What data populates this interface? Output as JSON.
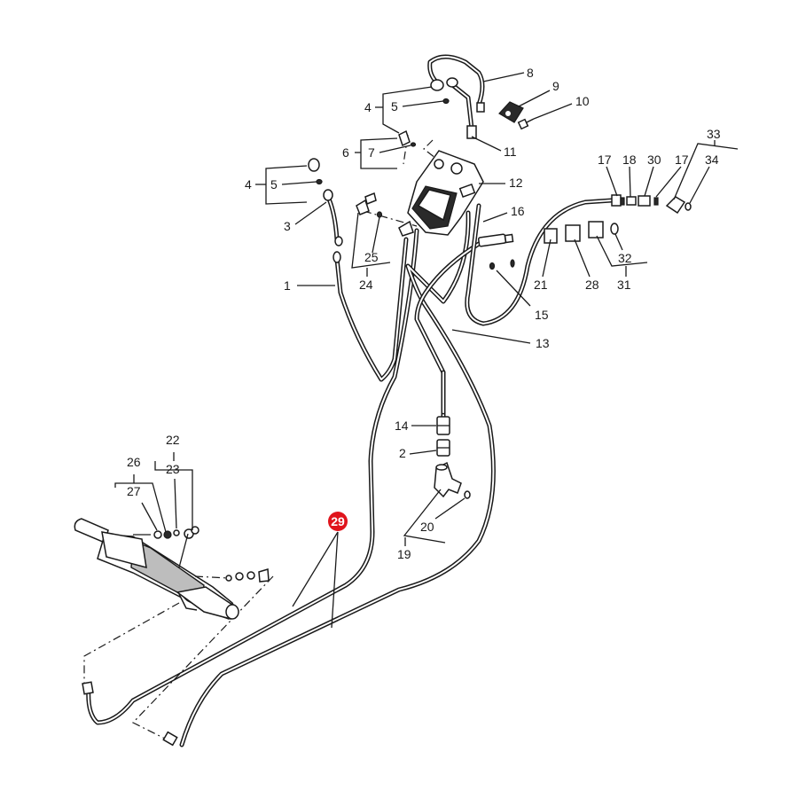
{
  "diagram": {
    "highlight_color": "#e0141c",
    "labels": {
      "l1": "1",
      "l2": "2",
      "l3": "3",
      "l4a": "4",
      "l4b": "4",
      "l5a": "5",
      "l5b": "5",
      "l6": "6",
      "l7": "7",
      "l8": "8",
      "l9": "9",
      "l10": "10",
      "l11": "11",
      "l12": "12",
      "l13": "13",
      "l14": "14",
      "l15": "15",
      "l16": "16",
      "l17a": "17",
      "l17b": "17",
      "l18": "18",
      "l19": "19",
      "l20": "20",
      "l21": "21",
      "l22": "22",
      "l23": "23",
      "l24": "24",
      "l25": "25",
      "l26": "26",
      "l27": "27",
      "l28": "28",
      "l30": "30",
      "l31": "31",
      "l32": "32",
      "l33": "33",
      "l34": "34"
    },
    "highlighted_label": "29"
  }
}
